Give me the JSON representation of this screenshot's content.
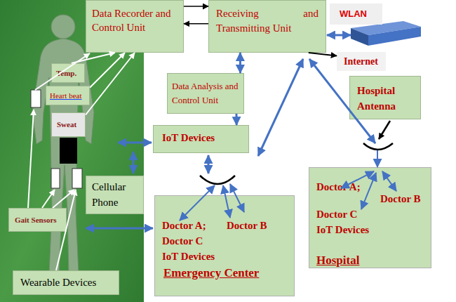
{
  "diagram": {
    "nodes": [
      {
        "text": [
          "Data Recorder and Control Unit"
        ]
      },
      {
        "text": [
          "Receiving and Transmitting Unit"
        ]
      },
      {
        "text": [
          "WLAN"
        ]
      },
      {
        "text": [
          "Internet"
        ]
      },
      {
        "text": [
          "Temp."
        ]
      },
      {
        "text": [
          "Data Analysis and Control Unit"
        ]
      },
      {
        "text": [
          "Heart beat"
        ]
      },
      {
        "text": [
          "Hospital Antenna"
        ]
      },
      {
        "text": [
          "Sweat"
        ]
      },
      {
        "text": [
          "IoT Devices"
        ]
      },
      {
        "text": [
          "Doctor A;",
          "Doctor B",
          "Doctor C",
          "IoT Devices",
          "Hospital"
        ]
      },
      {
        "text": [
          "Cellular Phone"
        ]
      },
      {
        "text": [
          "Doctor A;",
          "Doctor B",
          "Doctor C",
          "IoT Devices",
          "Emergency Center"
        ]
      },
      {
        "text": [
          "Gait Sensors"
        ]
      },
      {
        "text": [
          "Wearable Devices"
        ]
      }
    ],
    "edges": [
      {
        "from": 0,
        "to": 1,
        "arrow": "to"
      },
      {
        "from": 1,
        "to": 0,
        "arrow": "to"
      },
      {
        "from": 1,
        "to": 3,
        "arrow": "to"
      },
      {
        "from": 1,
        "to": 5,
        "arrow": "both"
      },
      {
        "from": 5,
        "to": 9,
        "arrow": "to"
      },
      {
        "from": 4,
        "to": 0,
        "arrow": "to"
      },
      {
        "from": 6,
        "to": 0,
        "arrow": "to"
      },
      {
        "from": 8,
        "to": 0,
        "arrow": "to"
      }
    ]
  }
}
